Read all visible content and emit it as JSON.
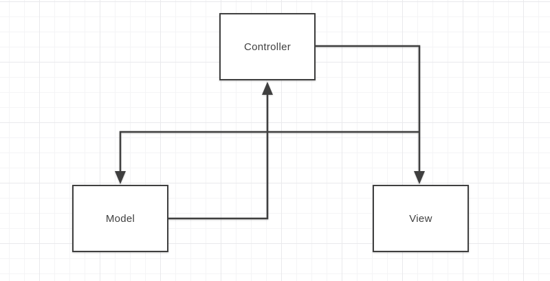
{
  "diagram": {
    "kind": "flowchart",
    "pattern": "MVC",
    "nodes": [
      {
        "id": "controller",
        "label": "Controller"
      },
      {
        "id": "model",
        "label": "Model"
      },
      {
        "id": "view",
        "label": "View"
      }
    ],
    "edges": [
      {
        "id": "controller-to-view",
        "from": "Controller",
        "to": "View",
        "arrowhead_at": "View top",
        "route": "right of Controller, across, down into top of View"
      },
      {
        "id": "rail-to-model",
        "from": "Controller/View rail",
        "to": "Model",
        "arrowhead_at": "Model top",
        "route": "branch from vertical rail, left, down into top of Model"
      },
      {
        "id": "model-to-controller",
        "from": "Model",
        "to": "Controller",
        "arrowhead_at": "Controller bottom",
        "route": "right of Model, across, up into bottom of Controller"
      }
    ],
    "colors": {
      "stroke": "#3f3f3f",
      "text": "#3f3f3f",
      "node_fill": "#ffffff",
      "background": "#ffffff",
      "grid_minor": "#f4f4f6",
      "grid_major": "#e9e9ec"
    }
  }
}
